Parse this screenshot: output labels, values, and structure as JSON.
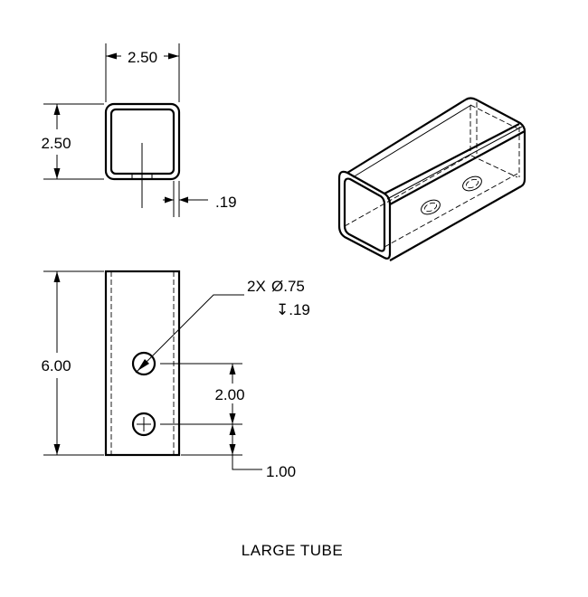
{
  "drawing": {
    "title": "LARGE TUBE",
    "colors": {
      "line": "#000000",
      "background": "#ffffff"
    },
    "dimensions": {
      "top_width": "2.50",
      "top_height": "2.50",
      "wall": ".19",
      "length": "6.00",
      "hole_spacing": "2.00",
      "hole_offset": "1.00",
      "hole_callout_count": "2X",
      "hole_callout_diameter": "Ø.75",
      "hole_callout_depth": "↧.19"
    }
  }
}
